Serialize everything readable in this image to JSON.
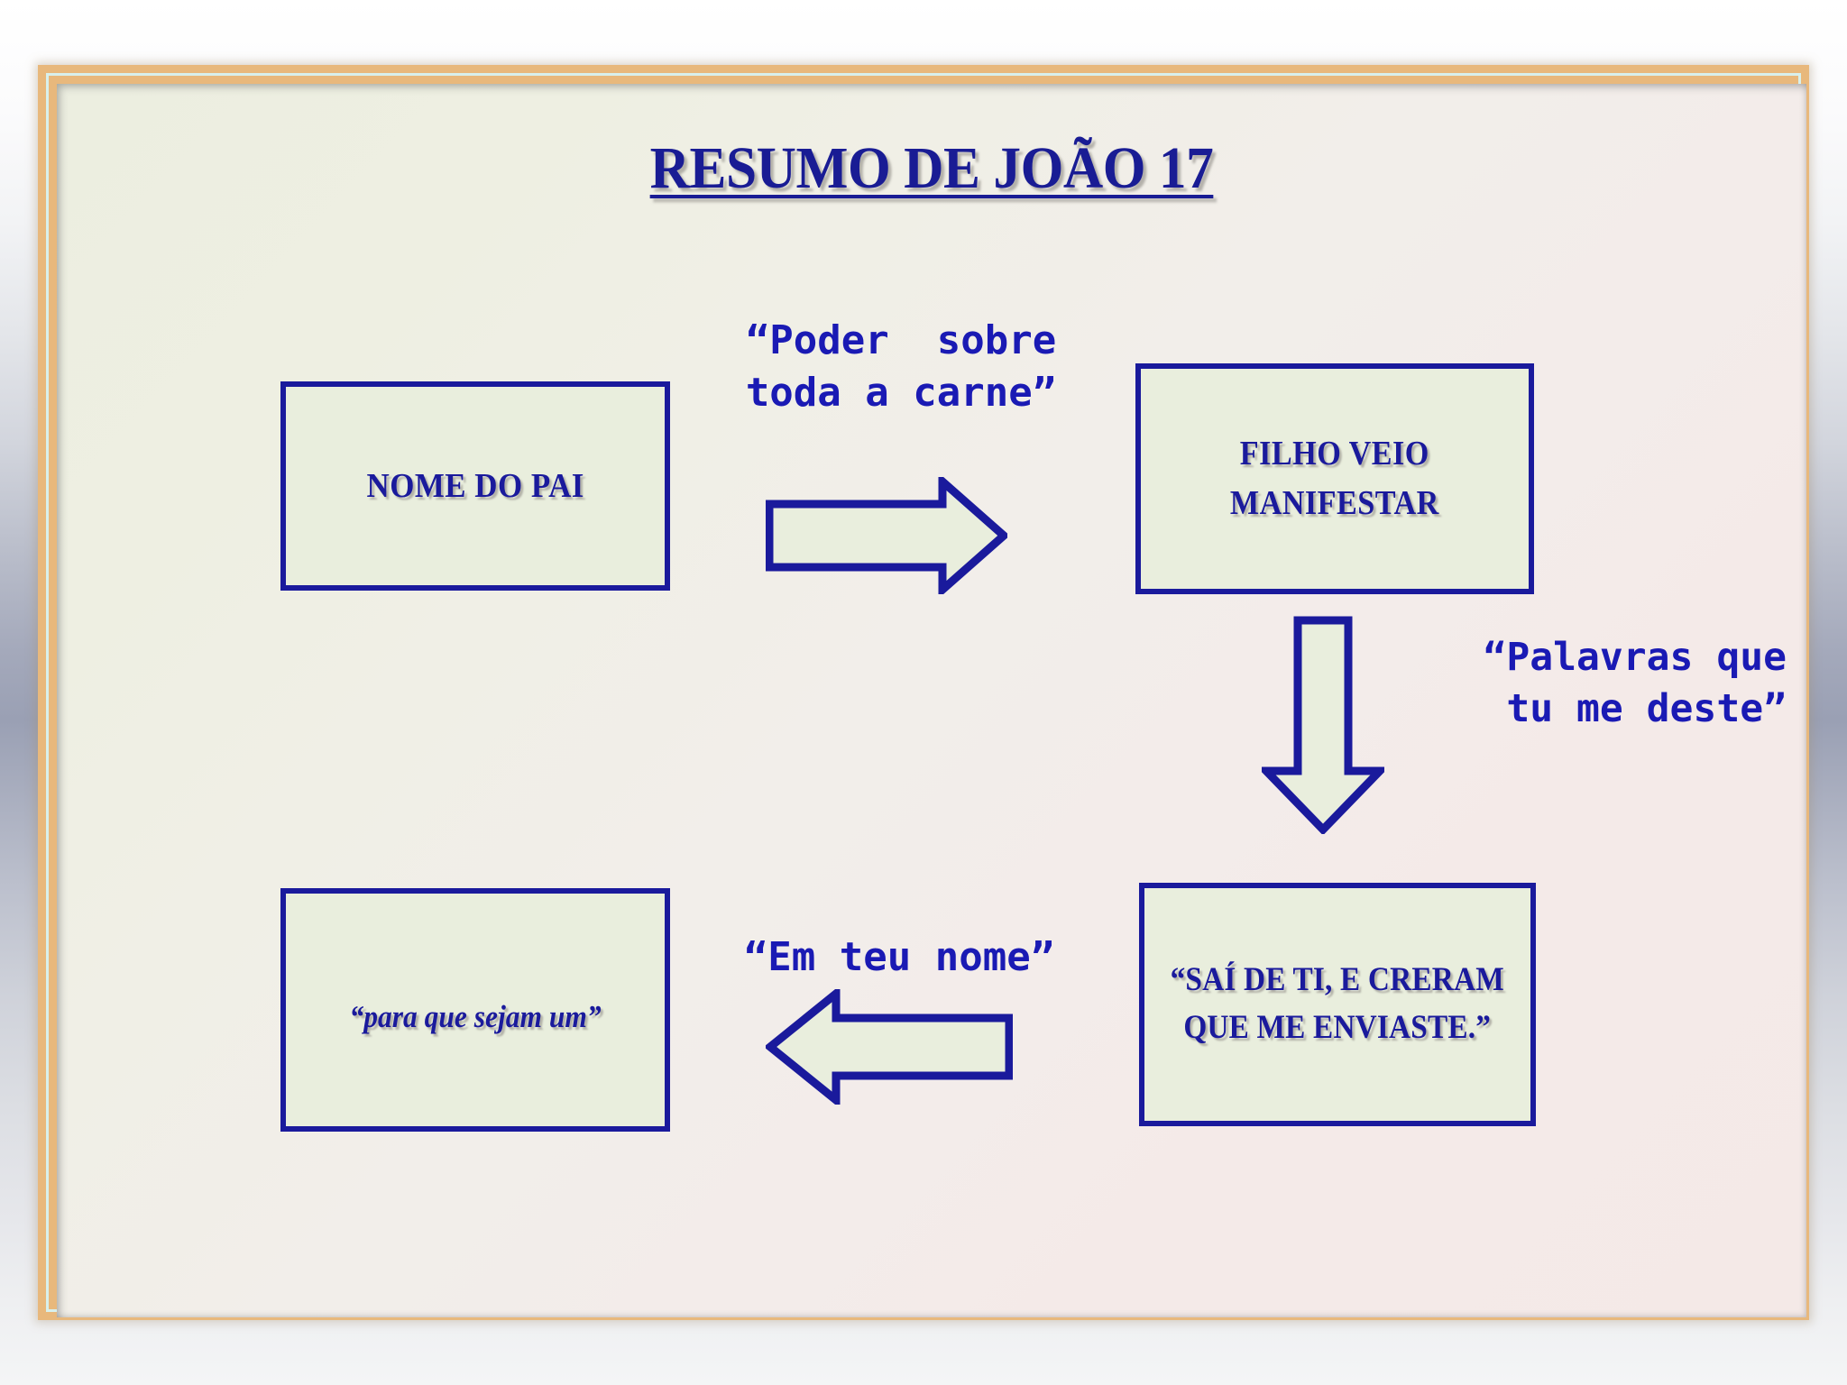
{
  "slide": {
    "title": "RESUMO DE JOÃO 17",
    "frame_color": "#e8b87c",
    "frame_inner_line_color": "#d8f0ec",
    "canvas_gradient_from": "#eceee0",
    "canvas_gradient_to": "#f4e9e7",
    "accent_color": "#1a1a9c",
    "label_color": "#1a1ab4",
    "box_fill_color": "#e9eedd"
  },
  "boxes": [
    {
      "id": "nome-do-pai",
      "text": "NOME DO PAI",
      "lines": [
        "NOME DO PAI"
      ]
    },
    {
      "id": "filho-veio-manifestar",
      "text": "FILHO VEIO MANIFESTAR",
      "lines": [
        "FILHO VEIO",
        "MANIFESTAR"
      ]
    },
    {
      "id": "para-que-sejam-um",
      "text": "“para que sejam um”",
      "lines": [
        "“para que sejam um”"
      ]
    },
    {
      "id": "sai-de-ti",
      "text": "“SAÍ DE TI, E CRERAM QUE ME ENVIASTE.”",
      "lines": [
        "“SAÍ DE TI, E CRERAM",
        "QUE ME ENVIASTE.”"
      ]
    }
  ],
  "edges": [
    {
      "id": "poder-sobre-toda-a-carne",
      "label": "“Poder  sobre\ntoda a carne”",
      "direction": "right",
      "from": "nome-do-pai",
      "to": "filho-veio-manifestar",
      "arrow_icon": "arrow-right-icon"
    },
    {
      "id": "palavras-que-tu-me-deste",
      "label": "“Palavras que\ntu me deste”",
      "direction": "down",
      "from": "filho-veio-manifestar",
      "to": "sai-de-ti",
      "arrow_icon": "arrow-down-icon"
    },
    {
      "id": "em-teu-nome",
      "label": "“Em teu nome”",
      "direction": "left",
      "from": "sai-de-ti",
      "to": "para-que-sejam-um",
      "arrow_icon": "arrow-left-icon"
    }
  ]
}
